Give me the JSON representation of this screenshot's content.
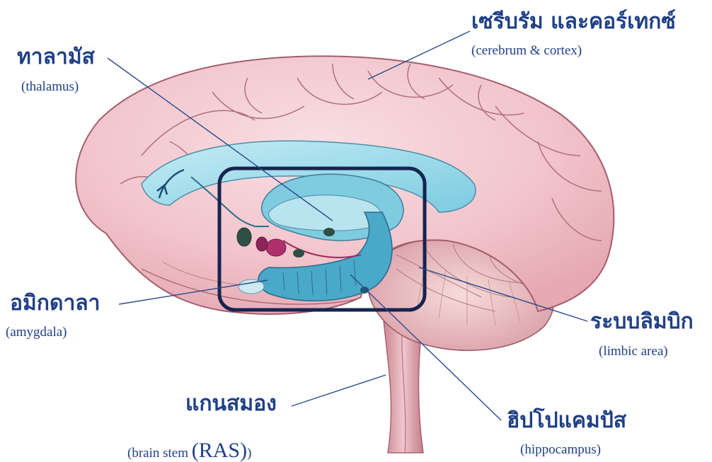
{
  "labels": {
    "cerebrum": {
      "thai": "เซรีบรัม และคอร์เทกซ์",
      "english": "(cerebrum & cortex)"
    },
    "thalamus": {
      "thai": "ทาลามัส",
      "english": "(thalamus)"
    },
    "amygdala": {
      "thai": "อมิกดาลา",
      "english": "(amygdala)"
    },
    "limbic": {
      "thai": "ระบบลิมบิก",
      "english": "(limbic area)"
    },
    "brainstem": {
      "thai": "แกนสมอง",
      "english_prefix": "(brain stem ",
      "english_ras": "(RAS)",
      "english_suffix": ")"
    },
    "hippocampus": {
      "thai": "ฮิปโปแคมปัส",
      "english": "(hippocampus)"
    }
  },
  "colors": {
    "label_text": "#1f3f86",
    "leader_line": "#2b4a8f",
    "highlight_box": "#16244f",
    "cortex_pink": "#f3c9cf",
    "limbic_blue": "#8fd3e4",
    "amygdala_magenta": "#b0306e"
  }
}
